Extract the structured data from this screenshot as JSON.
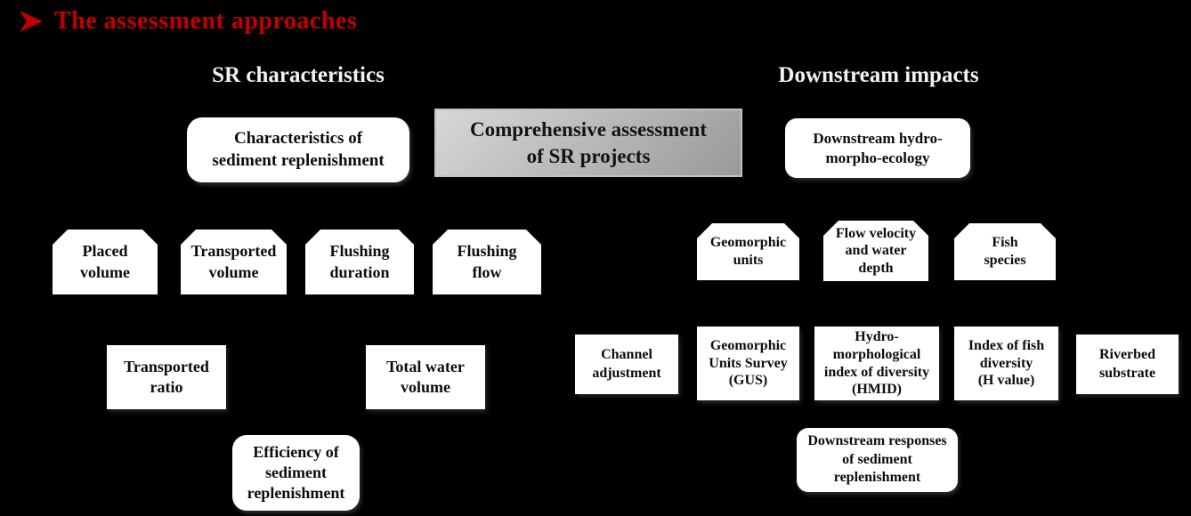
{
  "title": {
    "bullet_icon": "arrowhead-right",
    "text": "The assessment approaches"
  },
  "colors": {
    "background": "#000000",
    "title_red": "#c00000",
    "heading_white": "#f2f2f2",
    "node_fill": "#ffffff",
    "center_node_gray_light": "#d8d8d8",
    "center_node_gray_dark": "#999999",
    "node_text": "#0d0d0d"
  },
  "headings": {
    "left": "SR characteristics",
    "right": "Downstream impacts"
  },
  "nodes": {
    "characteristics": {
      "label": "Characteristics of\nsediment replenishment"
    },
    "comprehensive": {
      "label": "Comprehensive assessment\nof SR projects"
    },
    "downstream_hydro": {
      "label": "Downstream hydro-\nmorpho-ecology"
    },
    "placed_volume": {
      "label": "Placed\nvolume"
    },
    "transported_volume": {
      "label": "Transported\nvolume"
    },
    "flushing_duration": {
      "label": "Flushing\nduration"
    },
    "flushing_flow": {
      "label": "Flushing\nflow"
    },
    "geomorphic_units": {
      "label": "Geomorphic\nunits"
    },
    "flow_velocity": {
      "label": "Flow velocity\nand water\ndepth"
    },
    "fish_species": {
      "label": "Fish\nspecies"
    },
    "transported_ratio": {
      "label": "Transported\nratio"
    },
    "total_water_volume": {
      "label": "Total water\nvolume"
    },
    "channel_adjustment": {
      "label": "Channel\nadjustment"
    },
    "gus": {
      "label": "Geomorphic\nUnits Survey\n(GUS)"
    },
    "hmid": {
      "label": "Hydro-\nmorphological\nindex of diversity\n(HMID)"
    },
    "fish_diversity_index": {
      "label": "Index of fish\ndiversity\n(H value)"
    },
    "riverbed_substrate": {
      "label": "Riverbed\nsubstrate"
    },
    "efficiency": {
      "label": "Efficiency of\nsediment\nreplenishment"
    },
    "downstream_responses": {
      "label": "Downstream responses\nof sediment\nreplenishment"
    }
  }
}
